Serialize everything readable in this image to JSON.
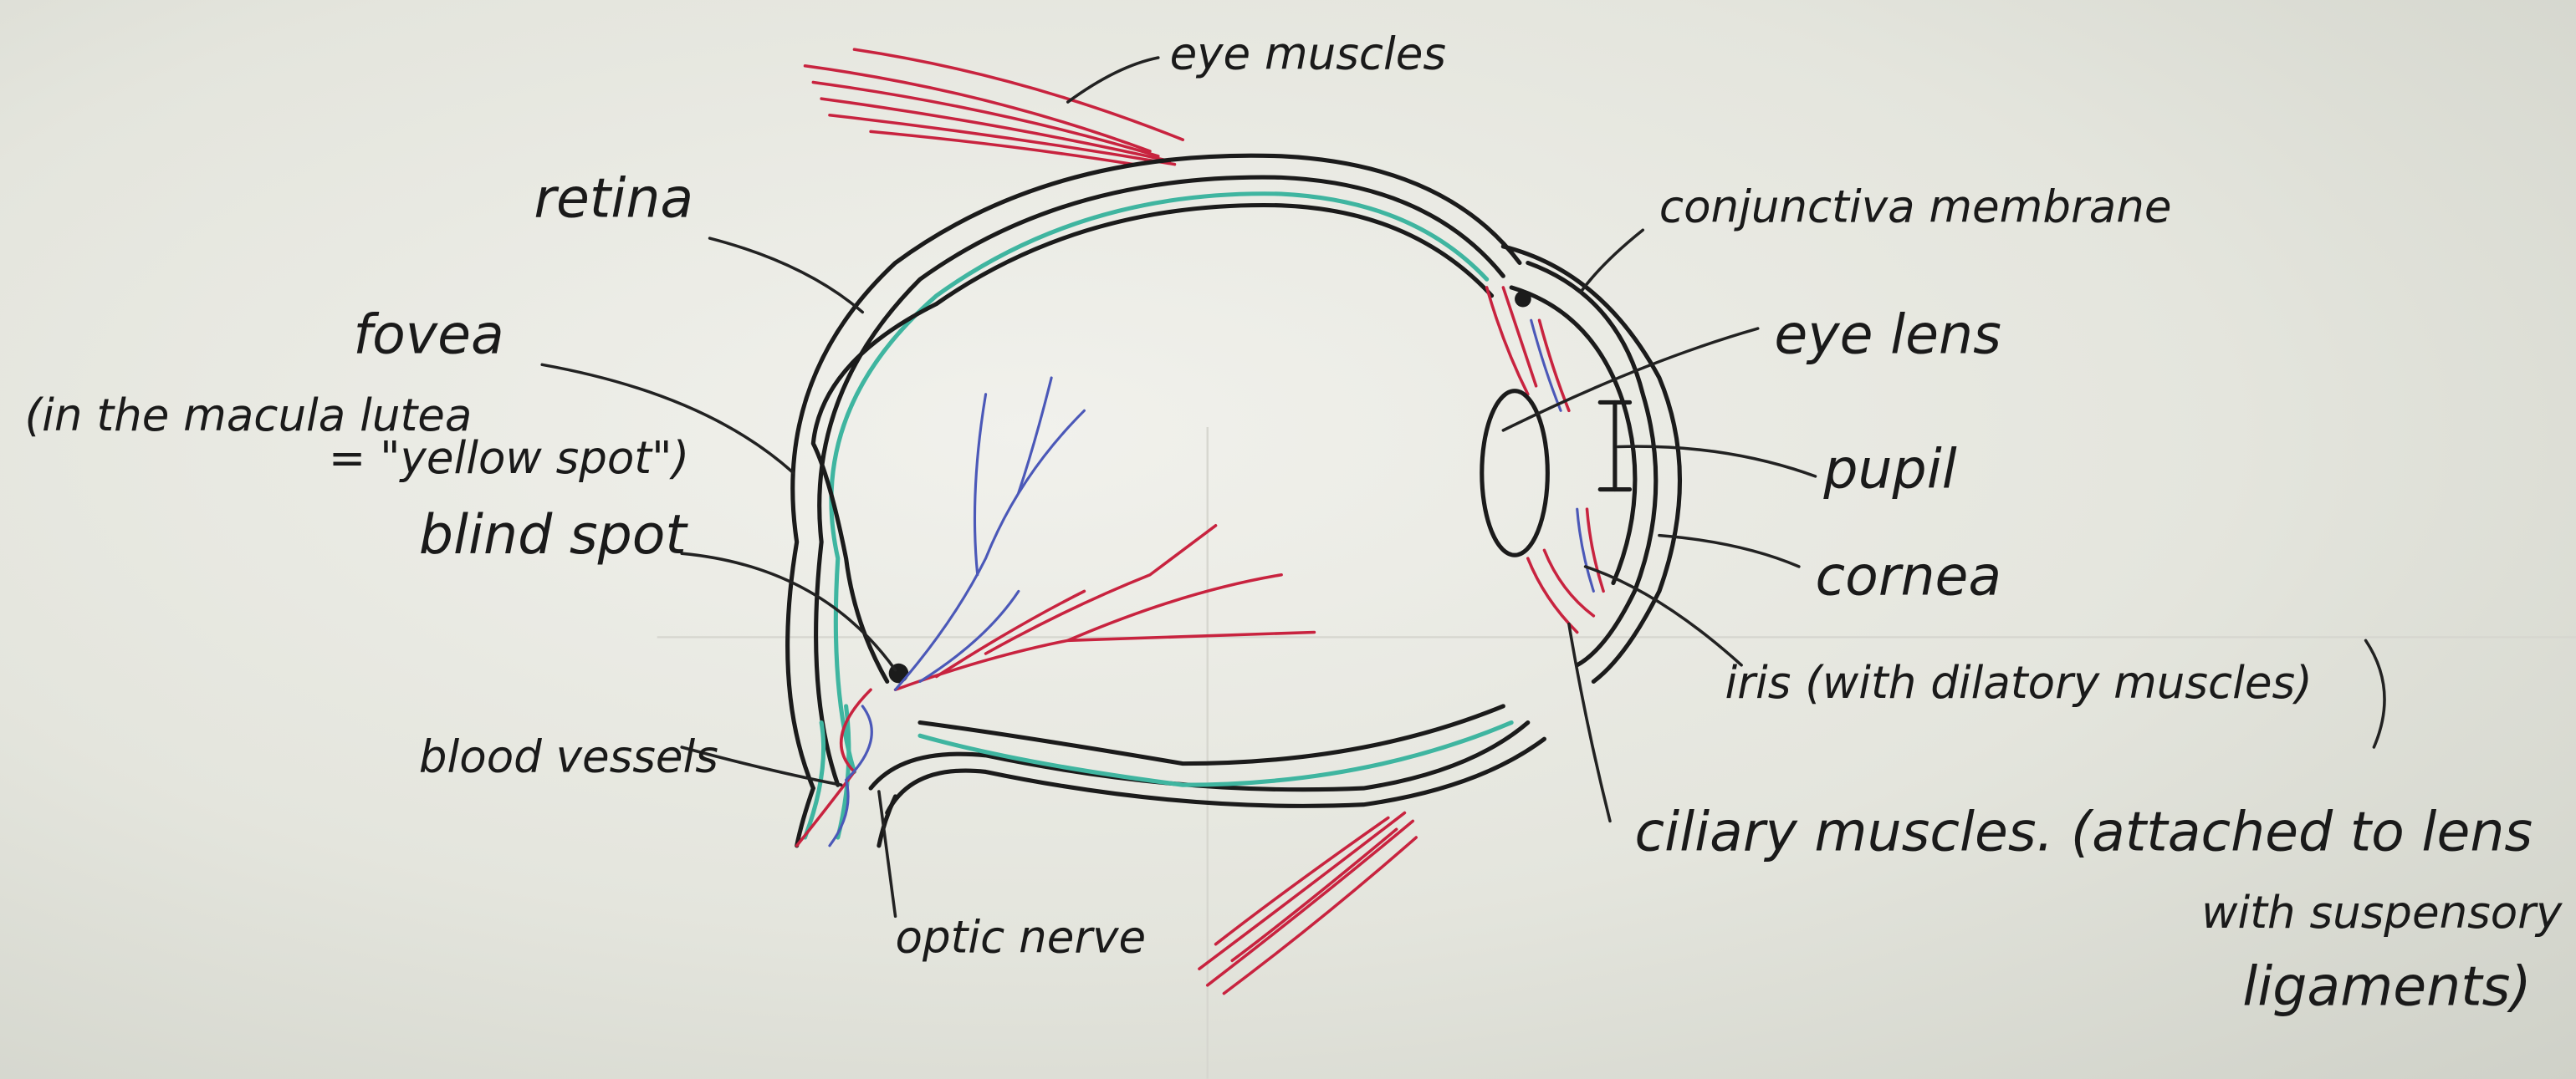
{
  "title": "Structure of the human eye (whiteboard sketch)",
  "labels": {
    "eye_muscles": "eye muscles",
    "retina": "retina",
    "conjunctiva": "conjunctiva membrane",
    "fovea": "fovea",
    "fovea_note_1": "(in the macula lutea",
    "fovea_note_2": "= \"yellow spot\")",
    "eye_lens": "eye lens",
    "pupil": "pupil",
    "blind_spot": "blind spot",
    "cornea": "cornea",
    "iris": "iris (with dilatory muscles)",
    "blood_vessels": "blood vessels",
    "ciliary_1": "ciliary muscles. (attached to lens",
    "ciliary_2": "with suspensory",
    "ciliary_3": "ligaments)",
    "optic_nerve": "optic nerve"
  },
  "colors": {
    "ink": "#1b1b1b",
    "retina": "#3fb5a0",
    "muscle": "#c8233f",
    "vein": "#4b58b8",
    "board": "#e8e8e2"
  }
}
